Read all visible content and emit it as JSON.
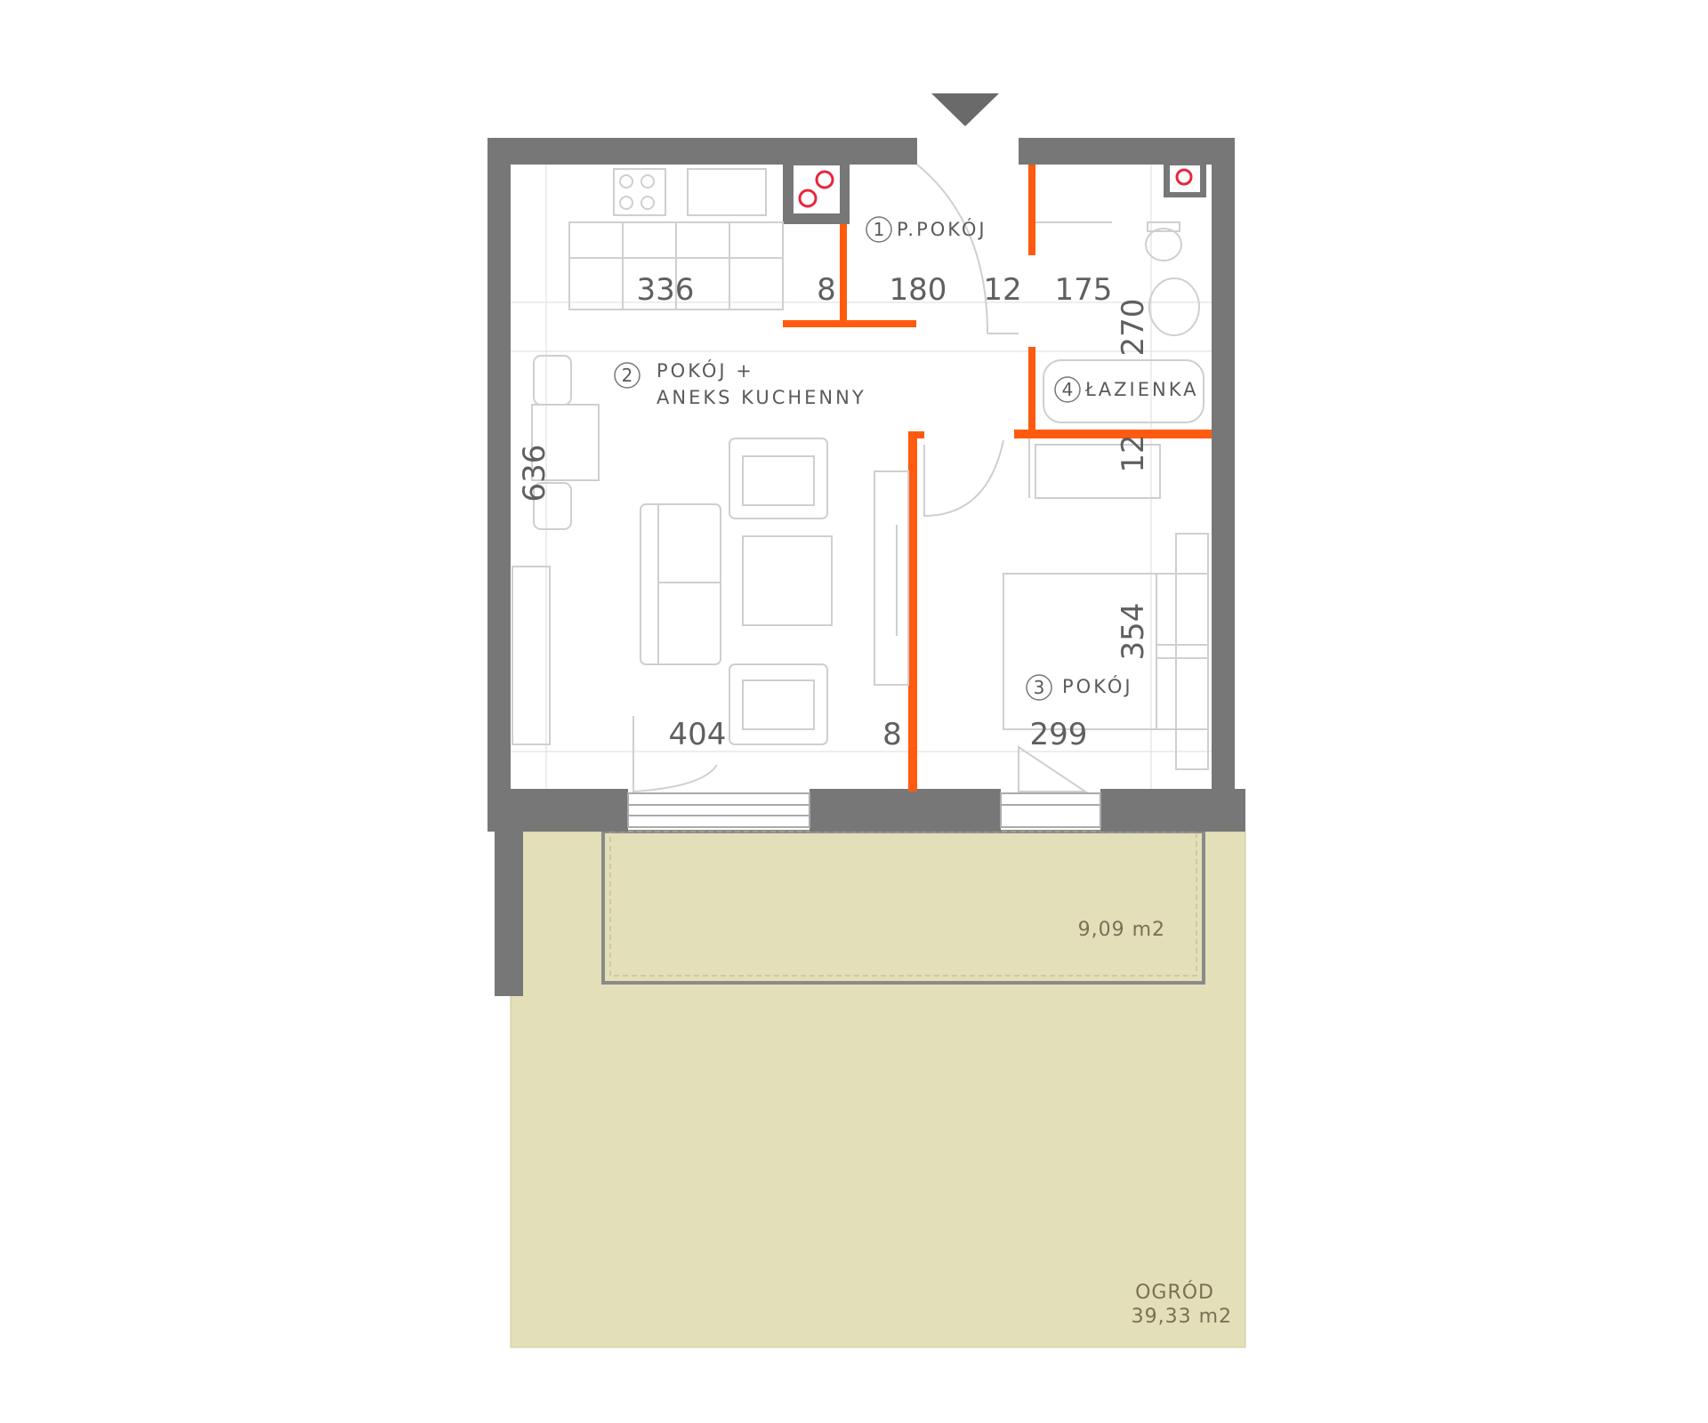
{
  "rooms": [
    {
      "number": "1",
      "name": "P.POKÓJ"
    },
    {
      "number": "2",
      "name_line1": "POKÓJ +",
      "name_line2": "ANEKS KUCHENNY"
    },
    {
      "number": "3",
      "name": "POKÓJ"
    },
    {
      "number": "4",
      "name": "ŁAZIENKA"
    }
  ],
  "dimensions": {
    "kitchen_width": "336",
    "wall_a": "8",
    "hall_width": "180",
    "wall_b": "12",
    "bath_width": "175",
    "bath_depth": "270",
    "wall_c": "12",
    "living_depth": "636",
    "bedroom_depth": "354",
    "living_width": "404",
    "wall_d": "8",
    "bedroom_width": "299"
  },
  "terrace": {
    "area": "9,09 m2"
  },
  "garden": {
    "name": "OGRÓD",
    "area": "39,33 m2"
  },
  "colors": {
    "outer_walls": "#777777",
    "new_walls": "#ff5a0f",
    "garden": "#e3dfb8",
    "hob_rings": "#e8263c"
  },
  "icons": {
    "entrance": "entrance-arrow-icon",
    "ventilation": "ventilation-shaft-icon"
  }
}
